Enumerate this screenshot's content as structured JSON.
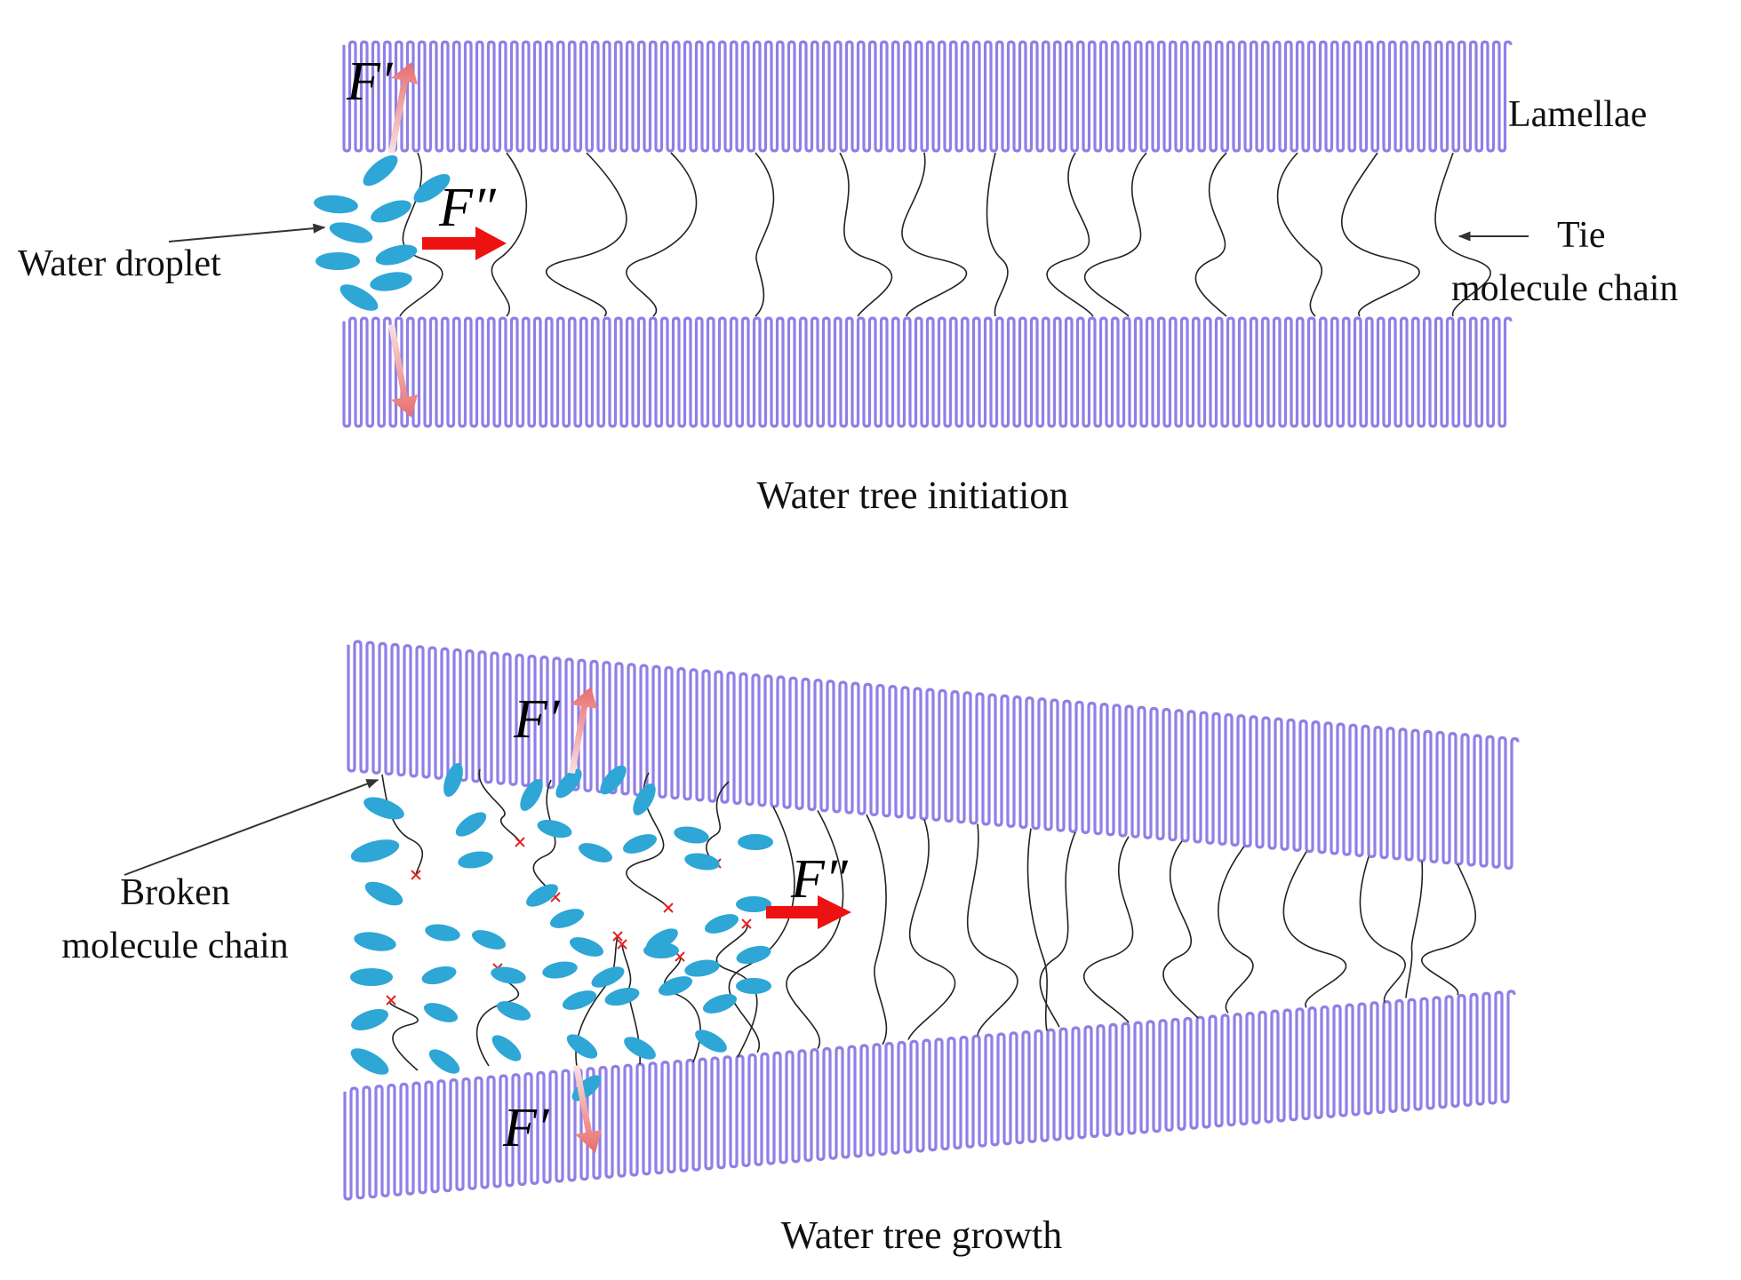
{
  "panels": [
    {
      "caption": "Water tree initiation",
      "labels": {
        "lamellae": "Lamellae",
        "water_droplet": "Water droplet",
        "tie_chain_line1": "Tie",
        "tie_chain_line2": "molecule chain",
        "force_lateral": "F′",
        "force_forward": "F″"
      }
    },
    {
      "caption": "Water tree growth",
      "labels": {
        "broken_chain_line1": "Broken",
        "broken_chain_line2": "molecule chain",
        "force_lateral_top": "F′",
        "force_lateral_bottom": "F′",
        "force_forward": "F″"
      }
    }
  ],
  "colors": {
    "lamella": "#8f7fe6",
    "water": "#2ea6d6",
    "force_forward": "#ee1111",
    "force_lateral": "#f29a9a",
    "chain": "#222222",
    "break_mark": "#e52222"
  }
}
